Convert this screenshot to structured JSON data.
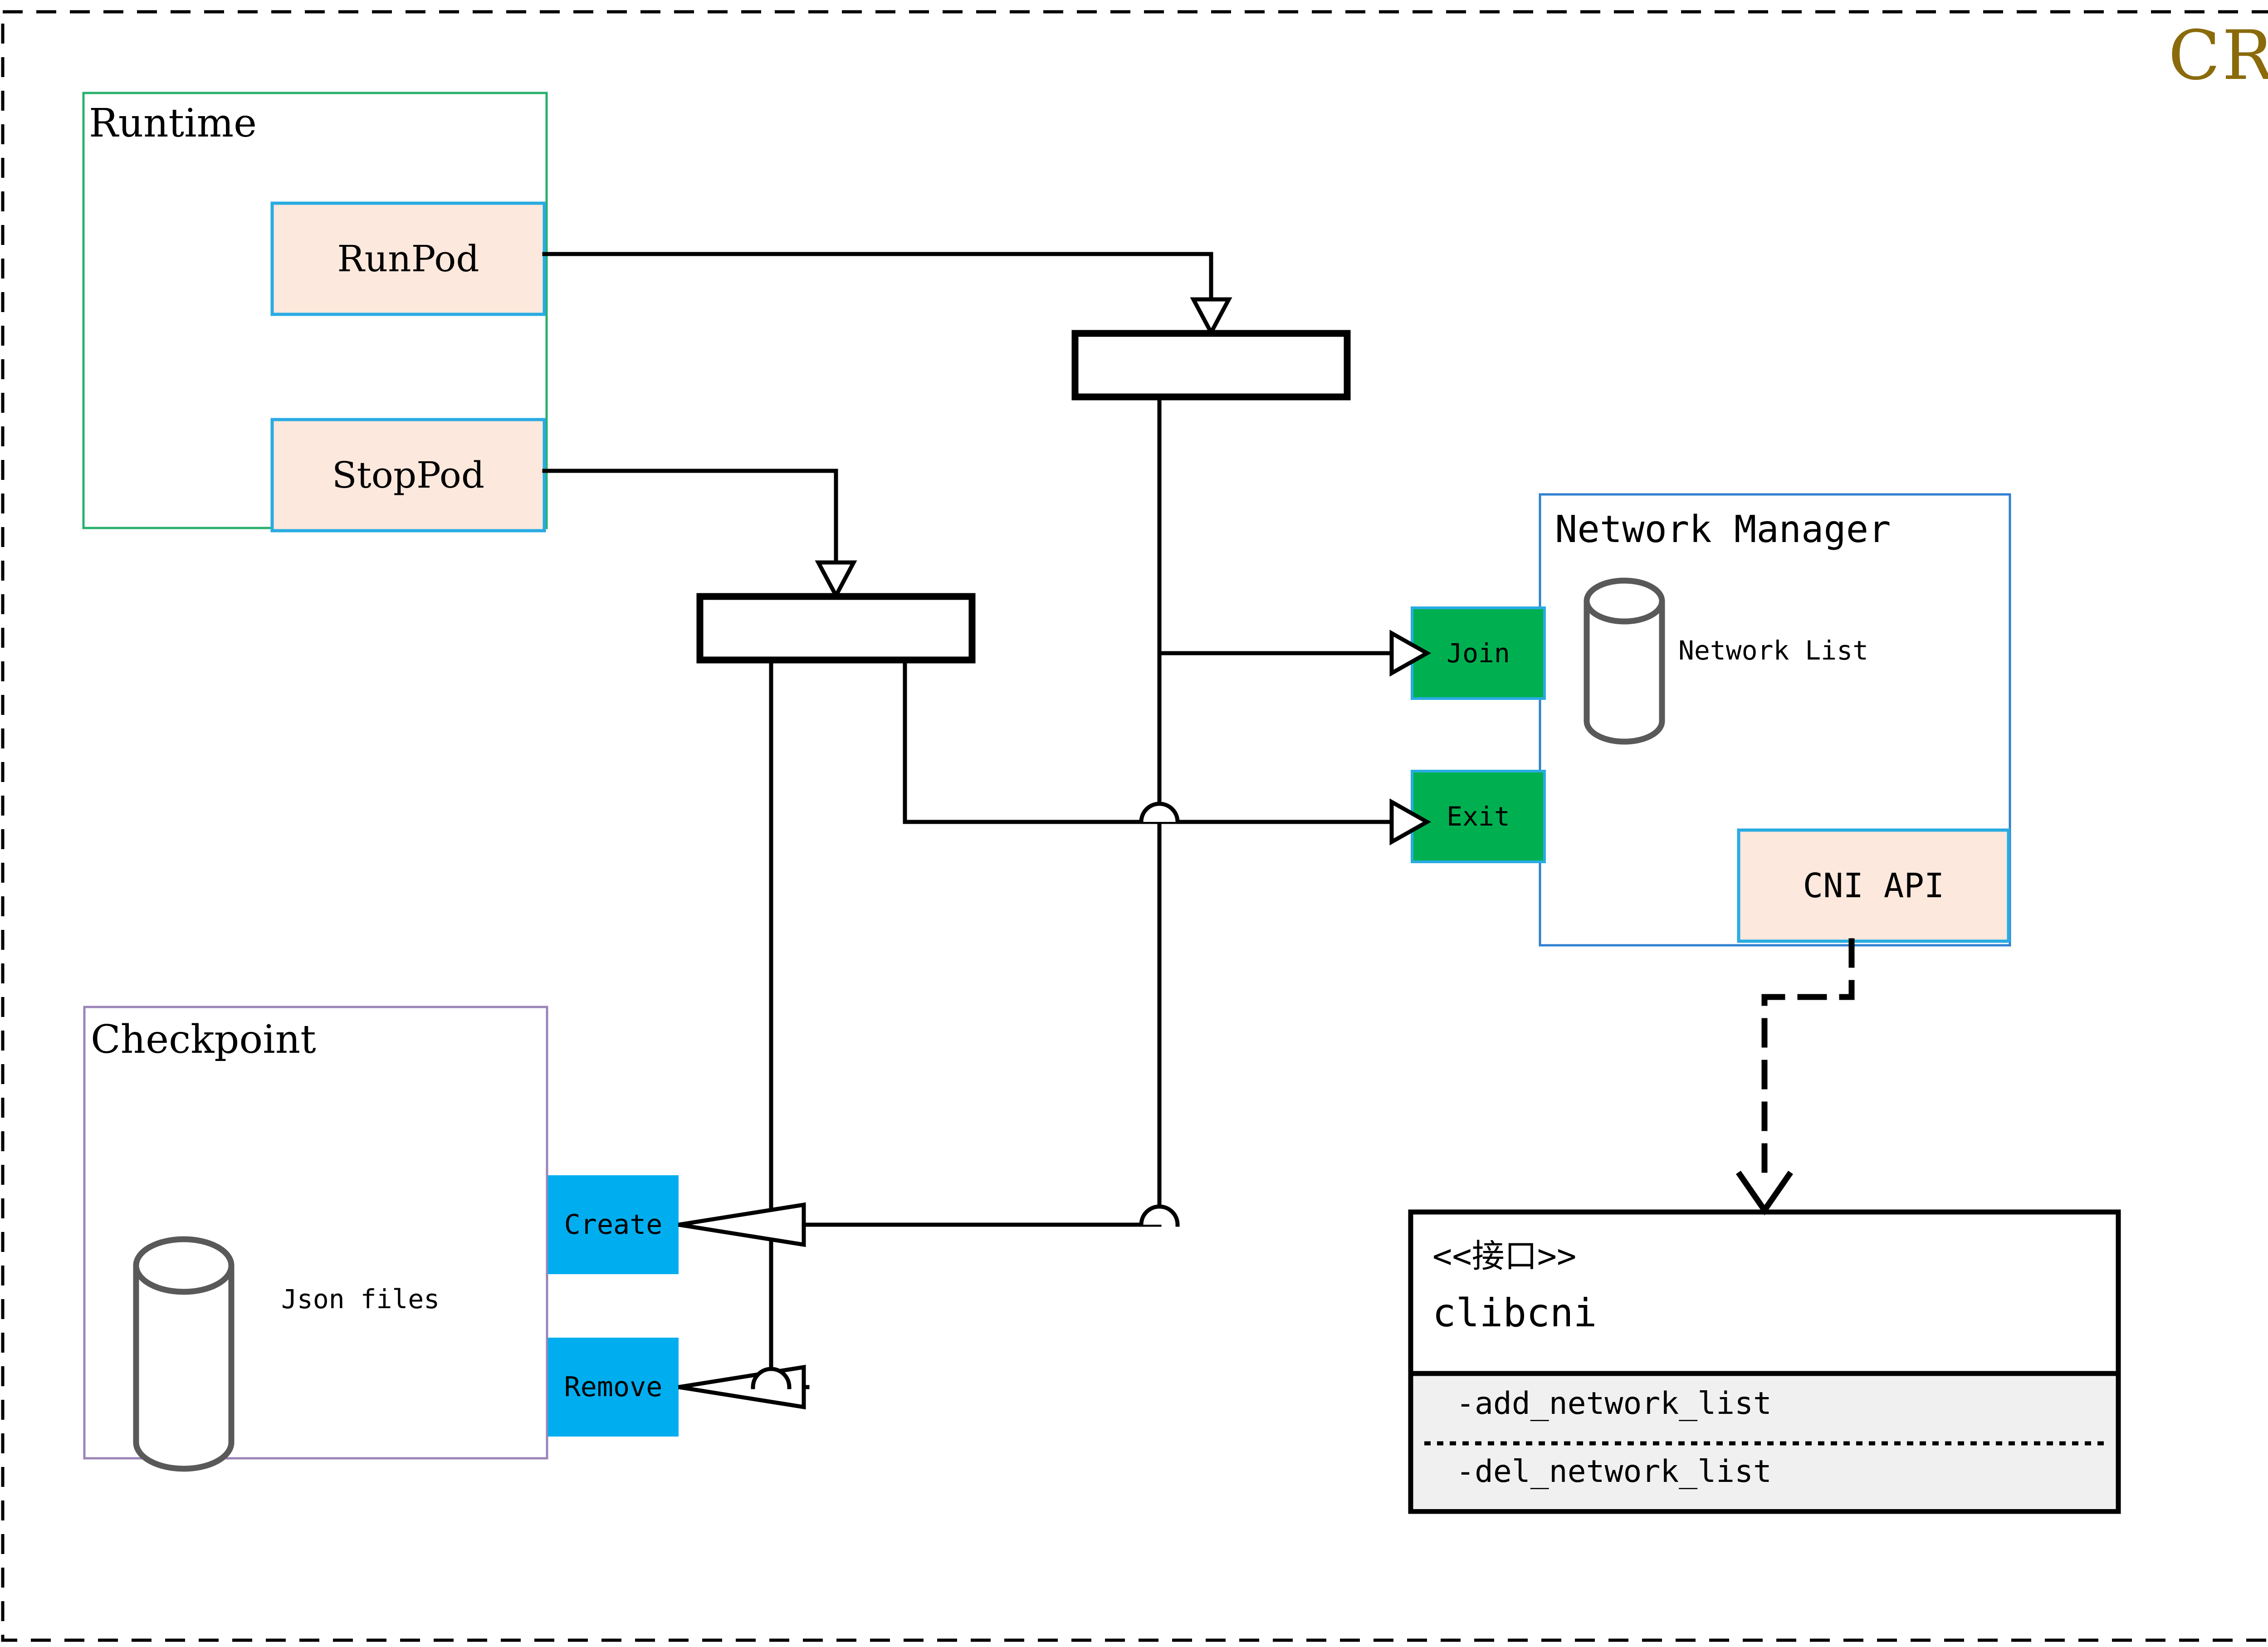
{
  "diagram": {
    "title": "CRI",
    "title_color": "#8a6a0b",
    "outer_border": "dashed"
  },
  "colors": {
    "peach_fill": "#fce8dc",
    "blue_border": "#29abe2",
    "green_border": "#27b06b",
    "purple_border": "#9b84b8",
    "green_fill": "#00b050",
    "cyan_fill": "#00aeef",
    "gray_fill": "#f0f0f0",
    "cylinder_stroke": "#595959",
    "line": "#000000"
  },
  "runtime": {
    "label": "Runtime",
    "methods": [
      {
        "label": "RunPod"
      },
      {
        "label": "StopPod"
      }
    ]
  },
  "checkpoint": {
    "label": "Checkpoint",
    "store_label": "Json files",
    "operations": [
      {
        "label": "Create"
      },
      {
        "label": "Remove"
      }
    ]
  },
  "network_manager": {
    "label": "Network Manager",
    "store_label": "Network List",
    "ports": [
      {
        "label": "Join"
      },
      {
        "label": "Exit"
      }
    ],
    "api_label": "CNI API"
  },
  "clibcni": {
    "stereotype": "<<接口>>",
    "name": "clibcni",
    "methods": [
      {
        "label": "-add_network_list"
      },
      {
        "label": "-del_network_list"
      }
    ]
  }
}
